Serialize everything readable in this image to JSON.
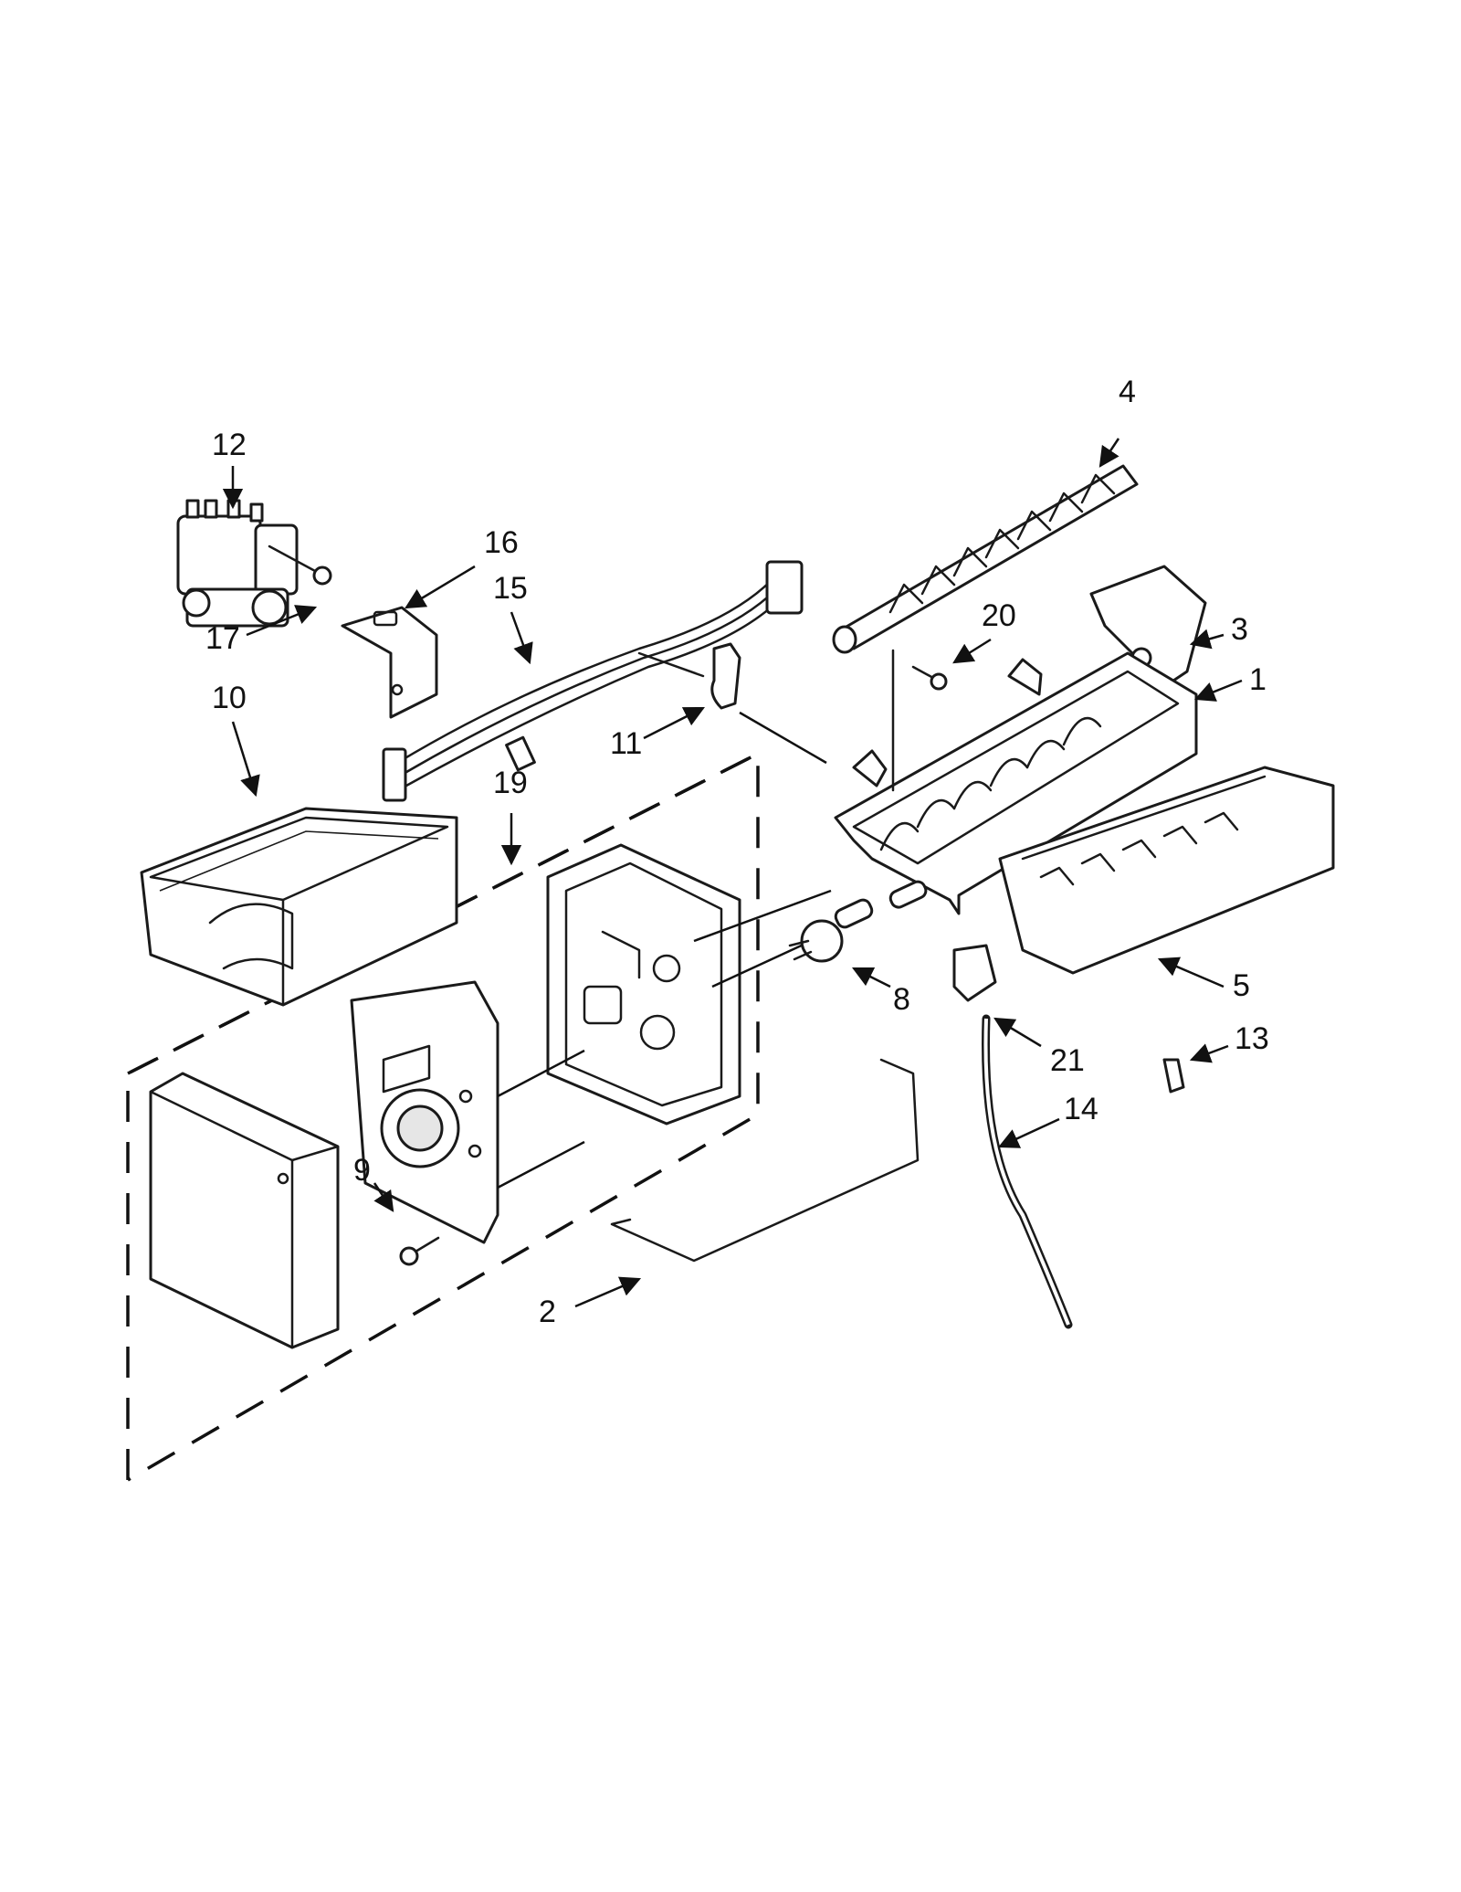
{
  "callouts": {
    "c1": "1",
    "c2": "2",
    "c3": "3",
    "c4": "4",
    "c5": "5",
    "c8": "8",
    "c9": "9",
    "c10": "10",
    "c11": "11",
    "c12": "12",
    "c13": "13",
    "c14": "14",
    "c15": "15",
    "c16": "16",
    "c17": "17",
    "c19": "19",
    "c20": "20",
    "c21": "21"
  }
}
